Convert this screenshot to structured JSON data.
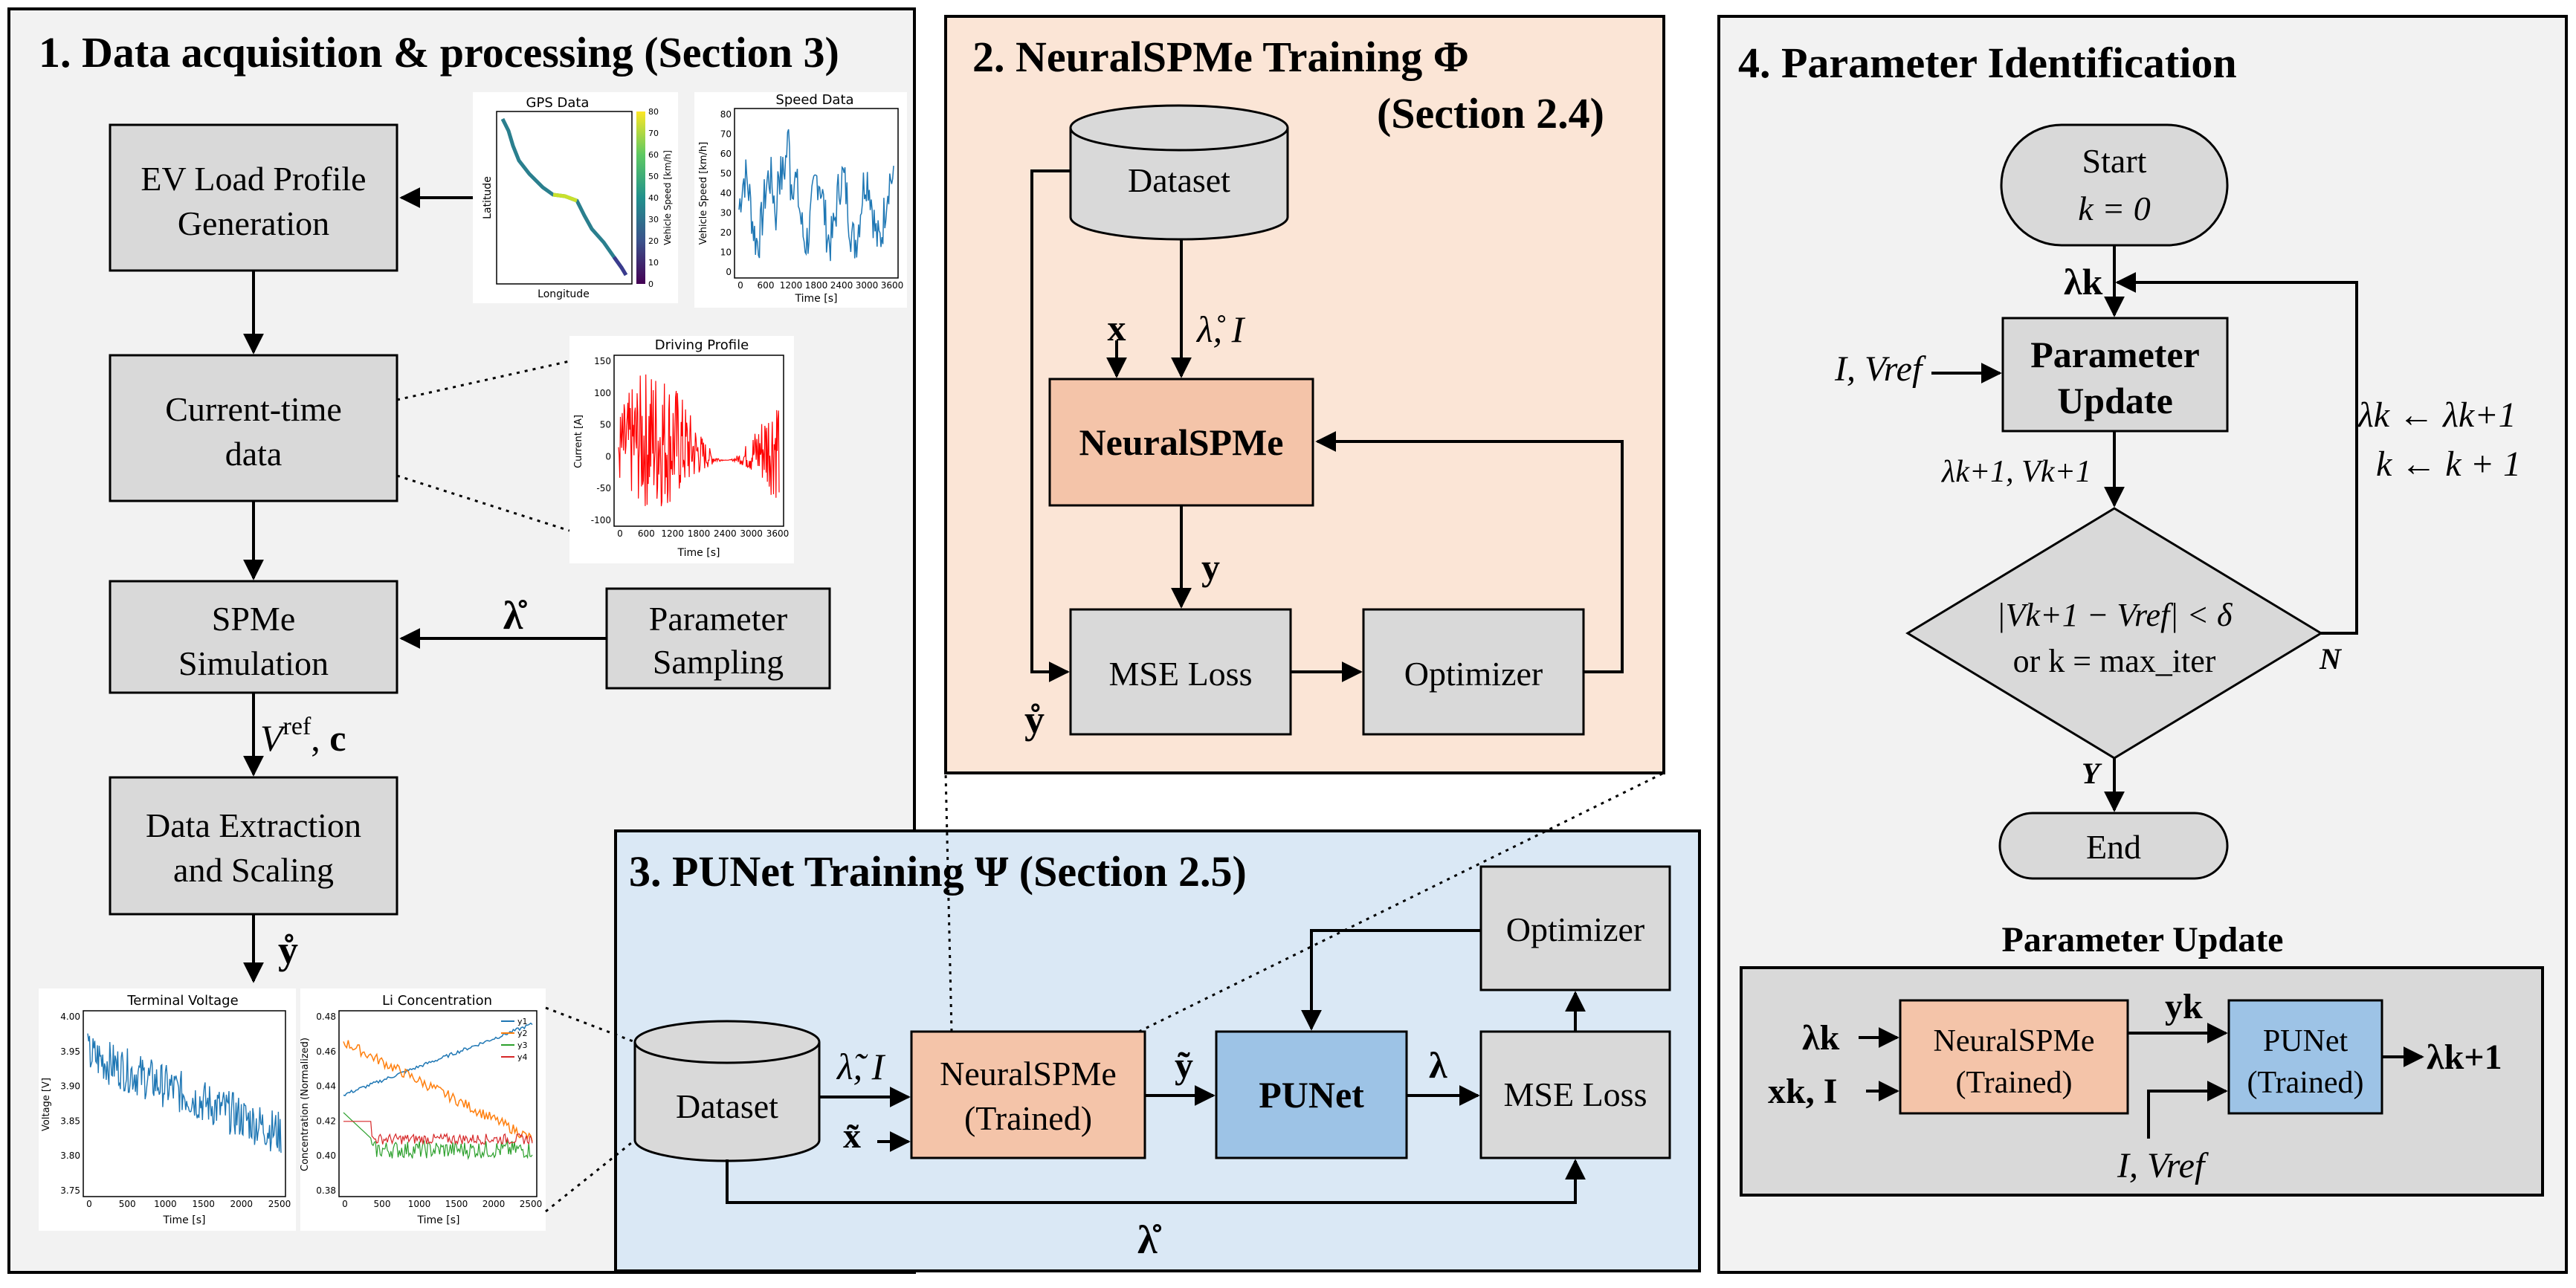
{
  "panel1": {
    "title": "1. Data acquisition & processing (Section 3)",
    "boxes": {
      "ev_load_line1": "EV Load Profile",
      "ev_load_line2": "Generation",
      "current_line1": "Current-time",
      "current_line2": "data",
      "spme_line1": "SPMe",
      "spme_line2": "Simulation",
      "param_sampling_line1": "Parameter",
      "param_sampling_line2": "Sampling",
      "extraction_line1": "Data Extraction",
      "extraction_line2": "and Scaling"
    },
    "labels": {
      "lambda_ring": "λ̊",
      "vref_c": "Vref, c",
      "y_ring": "ẙ"
    },
    "plots": {
      "gps": {
        "title": "GPS Data",
        "xlabel": "Longitude",
        "ylabel": "Latitude",
        "colorbar_label": "Vehicle Speed [km/h]",
        "colorbar_ticks": [
          "0",
          "10",
          "20",
          "30",
          "40",
          "50",
          "60",
          "70",
          "80"
        ]
      },
      "speed": {
        "title": "Speed Data",
        "xlabel": "Time [s]",
        "ylabel": "Vehicle Speed [km/h]",
        "xticks": [
          "0",
          "600",
          "1200",
          "1800",
          "2400",
          "3000",
          "3600"
        ],
        "yticks": [
          "0",
          "10",
          "20",
          "30",
          "40",
          "50",
          "60",
          "70",
          "80"
        ]
      },
      "driving": {
        "title": "Driving Profile",
        "xlabel": "Time [s]",
        "ylabel": "Current [A]",
        "xticks": [
          "0",
          "600",
          "1200",
          "1800",
          "2400",
          "3000",
          "3600"
        ],
        "yticks": [
          "-100",
          "-50",
          "0",
          "50",
          "100",
          "150"
        ]
      },
      "terminal": {
        "title": "Terminal Voltage",
        "xlabel": "Time [s]",
        "ylabel": "Voltage [V]",
        "xticks": [
          "0",
          "500",
          "1000",
          "1500",
          "2000",
          "2500"
        ],
        "yticks": [
          "3.75",
          "3.80",
          "3.85",
          "3.90",
          "3.95",
          "4.00"
        ]
      },
      "li": {
        "title": "Li Concentration",
        "xlabel": "Time [s]",
        "ylabel": "Concentration (Normalized)",
        "xticks": [
          "0",
          "500",
          "1000",
          "1500",
          "2000",
          "2500"
        ],
        "yticks": [
          "0.38",
          "0.40",
          "0.42",
          "0.44",
          "0.46",
          "0.48"
        ],
        "legend": [
          "y1",
          "y2",
          "y3",
          "y4"
        ]
      }
    }
  },
  "panel2": {
    "title_line1": "2. NeuralSPMe Training Φ",
    "title_line2": "(Section 2.4)",
    "boxes": {
      "dataset": "Dataset",
      "neuralspme": "NeuralSPMe",
      "mse": "MSE Loss",
      "optimizer": "Optimizer"
    },
    "labels": {
      "x": "x",
      "lambda_i": "λ̊, I",
      "y": "y",
      "y_ring": "ẙ"
    }
  },
  "panel3": {
    "title": "3. PUNet Training Ψ (Section 2.5)",
    "boxes": {
      "dataset": "Dataset",
      "neural_line1": "NeuralSPMe",
      "neural_line2": "(Trained)",
      "punet": "PUNet",
      "mse": "MSE Loss",
      "optimizer": "Optimizer"
    },
    "labels": {
      "lambda_tilde_i": "λ̃, I",
      "x_tilde": "x̃",
      "y_tilde": "ỹ",
      "lambda": "λ",
      "lambda_ring": "λ̊"
    }
  },
  "panel4": {
    "title": "4. Parameter Identification",
    "boxes": {
      "start_line1": "Start",
      "start_line2": "k = 0",
      "update_line1": "Parameter",
      "update_line2": "Update",
      "decision_line1": "|Vk+1 − Vref| < δ",
      "decision_line2": "or k = max_iter",
      "end": "End"
    },
    "labels": {
      "lambda_k": "λk",
      "i_vref": "I, Vref",
      "lambda_v_next": "λk+1, Vk+1",
      "loop_line1": "λk ← λk+1",
      "loop_line2": "k ← k + 1",
      "n": "N",
      "y": "Y"
    },
    "sub": {
      "title": "Parameter Update",
      "neural_line1": "NeuralSPMe",
      "neural_line2": "(Trained)",
      "punet_line1": "PUNet",
      "punet_line2": "(Trained)",
      "lambda_k": "λk",
      "x_k_i": "xk, I",
      "y_k": "yk",
      "lambda_next": "λk+1",
      "i_vref": "I, Vref"
    }
  },
  "colors": {
    "panel_gray": "#f2f2f2",
    "panel_peach": "#fbe5d6",
    "panel_blue": "#dae8f5",
    "box_gray": "#d9d9d9",
    "box_peach": "#f4c4a9",
    "box_blue": "#9dc3e6",
    "border": "#000000",
    "series_blue": "#1f77b4",
    "series_orange": "#ff7f0e",
    "series_green": "#2ca02c",
    "series_red": "#d62728",
    "current_red": "#ff0000"
  }
}
